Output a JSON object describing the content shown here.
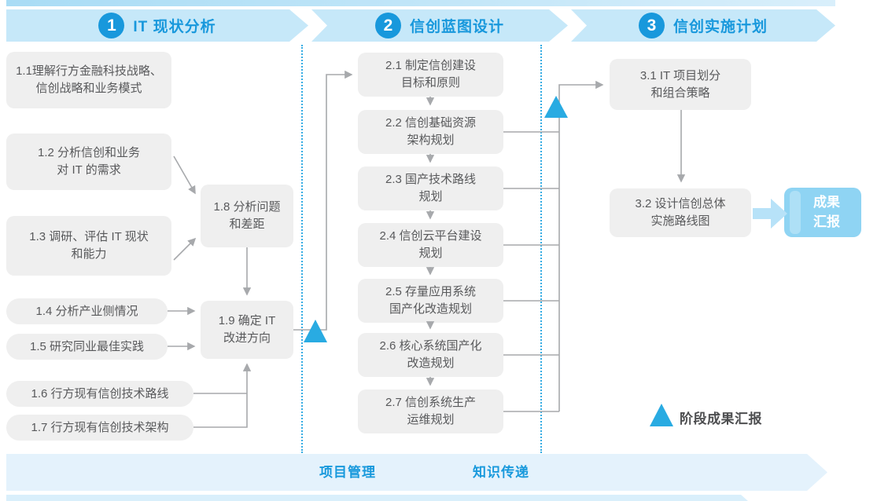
{
  "phases": [
    {
      "number": "1",
      "title": "IT 现状分析"
    },
    {
      "number": "2",
      "title": "信创蓝图设计"
    },
    {
      "number": "3",
      "title": "信创实施计划"
    }
  ],
  "boxes": {
    "b11": {
      "lines": [
        "1.1理解行方金融科技战略、",
        "信创战略和业务模式"
      ]
    },
    "b12": {
      "lines": [
        "1.2 分析信创和业务",
        "对 IT 的需求"
      ]
    },
    "b13": {
      "lines": [
        "1.3 调研、评估 IT 现状",
        "和能力"
      ]
    },
    "b14": {
      "label": "1.4 分析产业侧情况"
    },
    "b15": {
      "label": "1.5 研究同业最佳实践"
    },
    "b16": {
      "label": "1.6 行方现有信创技术路线"
    },
    "b17": {
      "label": "1.7 行方现有信创技术架构"
    },
    "b18": {
      "lines": [
        "1.8 分析问题",
        "和差距"
      ]
    },
    "b19": {
      "lines": [
        "1.9 确定 IT",
        "改进方向"
      ]
    },
    "b21": {
      "lines": [
        "2.1 制定信创建设",
        "目标和原则"
      ]
    },
    "b22": {
      "lines": [
        "2.2 信创基础资源",
        "架构规划"
      ]
    },
    "b23": {
      "lines": [
        "2.3 国产技术路线",
        "规划"
      ]
    },
    "b24": {
      "lines": [
        "2.4 信创云平台建设",
        "规划"
      ]
    },
    "b25": {
      "lines": [
        "2.5 存量应用系统",
        "国产化改造规划"
      ]
    },
    "b26": {
      "lines": [
        "2.6 核心系统国产化",
        "改造规划"
      ]
    },
    "b27": {
      "lines": [
        "2.7 信创系统生产",
        "运维规划"
      ]
    },
    "b31": {
      "lines": [
        "3.1 IT 项目划分",
        "和组合策略"
      ]
    },
    "b32": {
      "lines": [
        "3.2 设计信创总体",
        "实施路线图"
      ]
    }
  },
  "result_box": {
    "lines": [
      "成果",
      "汇报"
    ]
  },
  "legend": {
    "label": "阶段成果汇报"
  },
  "footer": {
    "labels": [
      "项目管理",
      "知识传递"
    ]
  },
  "colors": {
    "accent_blue": "#29ABE2",
    "banner_bg": "#C6E8F9",
    "banner_text": "#1898DC",
    "box_bg": "#EFEFEF",
    "box_text": "#58595B",
    "connector_gray": "#A7A9AC",
    "result_box_bg": "#8FD4F3",
    "footer_bg": "#E4F2FC"
  }
}
